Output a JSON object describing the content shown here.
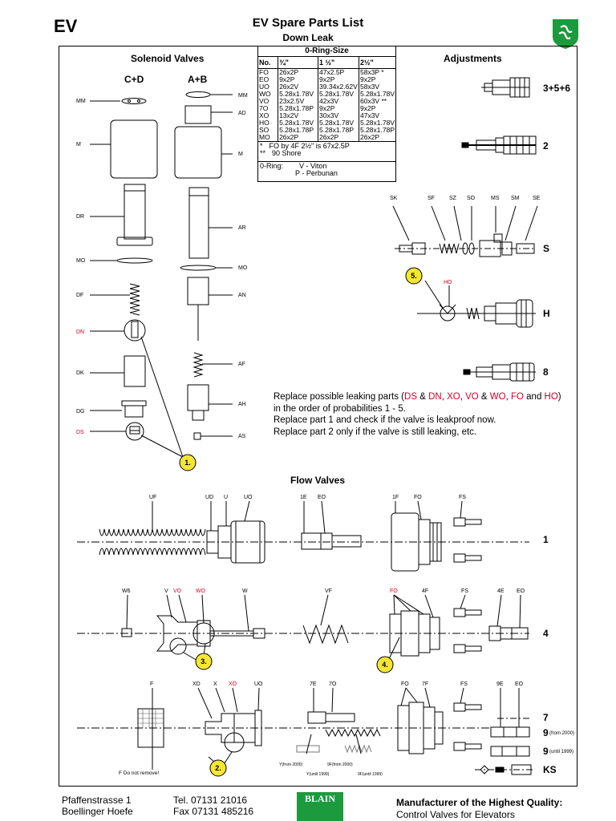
{
  "header": {
    "brand": "EV",
    "title": "EV Spare Parts List",
    "subtitle": "Down Leak"
  },
  "sections": {
    "solenoid": "Solenoid Valves",
    "adjustments": "Adjustments",
    "flow": "Flow Valves",
    "cd": "C+D",
    "ab": "A+B"
  },
  "oring": {
    "title": "0-Ring-Size",
    "columns": [
      "No.",
      "¾\"",
      "1 ½\"",
      "2½\""
    ],
    "rows": [
      [
        "FO",
        "26x2P",
        "47x2.5P",
        "58x3P *"
      ],
      [
        "EO",
        "9x2P",
        "9x2P",
        "9x2P"
      ],
      [
        "UO",
        "26x2V",
        "39.34x2.62V",
        "58x3V"
      ],
      [
        "WO",
        "5.28x1.78V",
        "5.28x1.78V",
        "5.28x1.78V"
      ],
      [
        "VO",
        "23x2.5V",
        "42x3V",
        "60x3V **"
      ],
      [
        "7O",
        "5.28x1.78P",
        "9x2P",
        "9x2P"
      ],
      [
        "XO",
        "13x2V",
        "30x3V",
        "47x3V"
      ],
      [
        "HO",
        "5.28x1.78V",
        "5.28x1.78V",
        "5.28x1.78V"
      ],
      [
        "SO",
        "5.28x1.78P",
        "5.28x1.78P",
        "5.28x1.78P"
      ],
      [
        "MO",
        "26x2P",
        "26x2P",
        "26x2P"
      ]
    ],
    "notes": [
      {
        "mark": "*",
        "text": "FO by 4F 2½\" is 67x2.5P"
      },
      {
        "mark": "**",
        "text": "90 Shore"
      }
    ],
    "legend_label": "0-Ring:",
    "legend_v": "V - Viton",
    "legend_p": "P - Perbunan"
  },
  "instructions": {
    "line1_a": "Replace possible leaking parts (",
    "ds": "DS",
    "amp1": " & ",
    "dn": "DN",
    "c1": ", ",
    "xo": "XO",
    "c2": ", ",
    "vo": "VO",
    "amp2": " & ",
    "wo": "WO",
    "c3": ", ",
    "fo": "FO",
    "and": " and ",
    "ho": "HO",
    "close": ")",
    "line2": "in the order of probabilities 1 - 5.",
    "line3": "Replace part 1 and check if the valve is leakproof now.",
    "line4": "Replace part 2 only if the valve is still leaking, etc."
  },
  "labels": {
    "solenoid_left": [
      "MM",
      "M",
      "DR",
      "MO",
      "DF",
      "DN",
      "DK",
      "DG",
      "DS"
    ],
    "solenoid_right": [
      "MM",
      "AD",
      "M",
      "AR",
      "MO",
      "AN",
      "AF",
      "AH",
      "AS"
    ],
    "adjust_top": [
      "SK",
      "SF",
      "SZ",
      "SO",
      "MS",
      "SM",
      "SE"
    ],
    "adjust_rows": [
      "3+5+6",
      "2",
      "S",
      "H",
      "8"
    ],
    "ho": "HO",
    "flow1": [
      "UF",
      "UD",
      "U",
      "UO",
      "1E",
      "EO",
      "1F",
      "FO",
      "FS"
    ],
    "flow4": [
      "W6",
      "V",
      "VO",
      "WO",
      "W",
      "VF",
      "FO",
      "4F",
      "FS",
      "4E",
      "EO"
    ],
    "flow7": [
      "F",
      "XD",
      "X",
      "XO",
      "UO",
      "7E",
      "7O",
      "FO",
      "7F",
      "FS",
      "9E",
      "EO"
    ],
    "row_1": "1",
    "row_4": "4",
    "row_7": "7",
    "row_9a": "9",
    "row_9a_note": "(from 2000)",
    "row_9b": "9",
    "row_9b_note": "(until 1999)",
    "row_ks": "KS",
    "y_from": "Y(from 2000)",
    "y_until": "Y(until 1999)",
    "f9_from": "9F(from 2000)",
    "f9_until": "9F(until 1999)",
    "f_note": "F Do not remove!",
    "badges": [
      "1.",
      "2.",
      "3.",
      "4.",
      "5."
    ]
  },
  "footer": {
    "address1": "Pfaffenstrasse 1",
    "address2": "Boellinger Hoefe",
    "tel": "Tel. 07131 21016",
    "fax": "Fax 07131 485216",
    "logo_text": "BLAIN",
    "tagline1": "Manufacturer of the Highest Quality:",
    "tagline2": "Control Valves for Elevators"
  },
  "colors": {
    "red": "#d4002a",
    "badge": "#f5e634",
    "green": "#1c9a3e"
  }
}
